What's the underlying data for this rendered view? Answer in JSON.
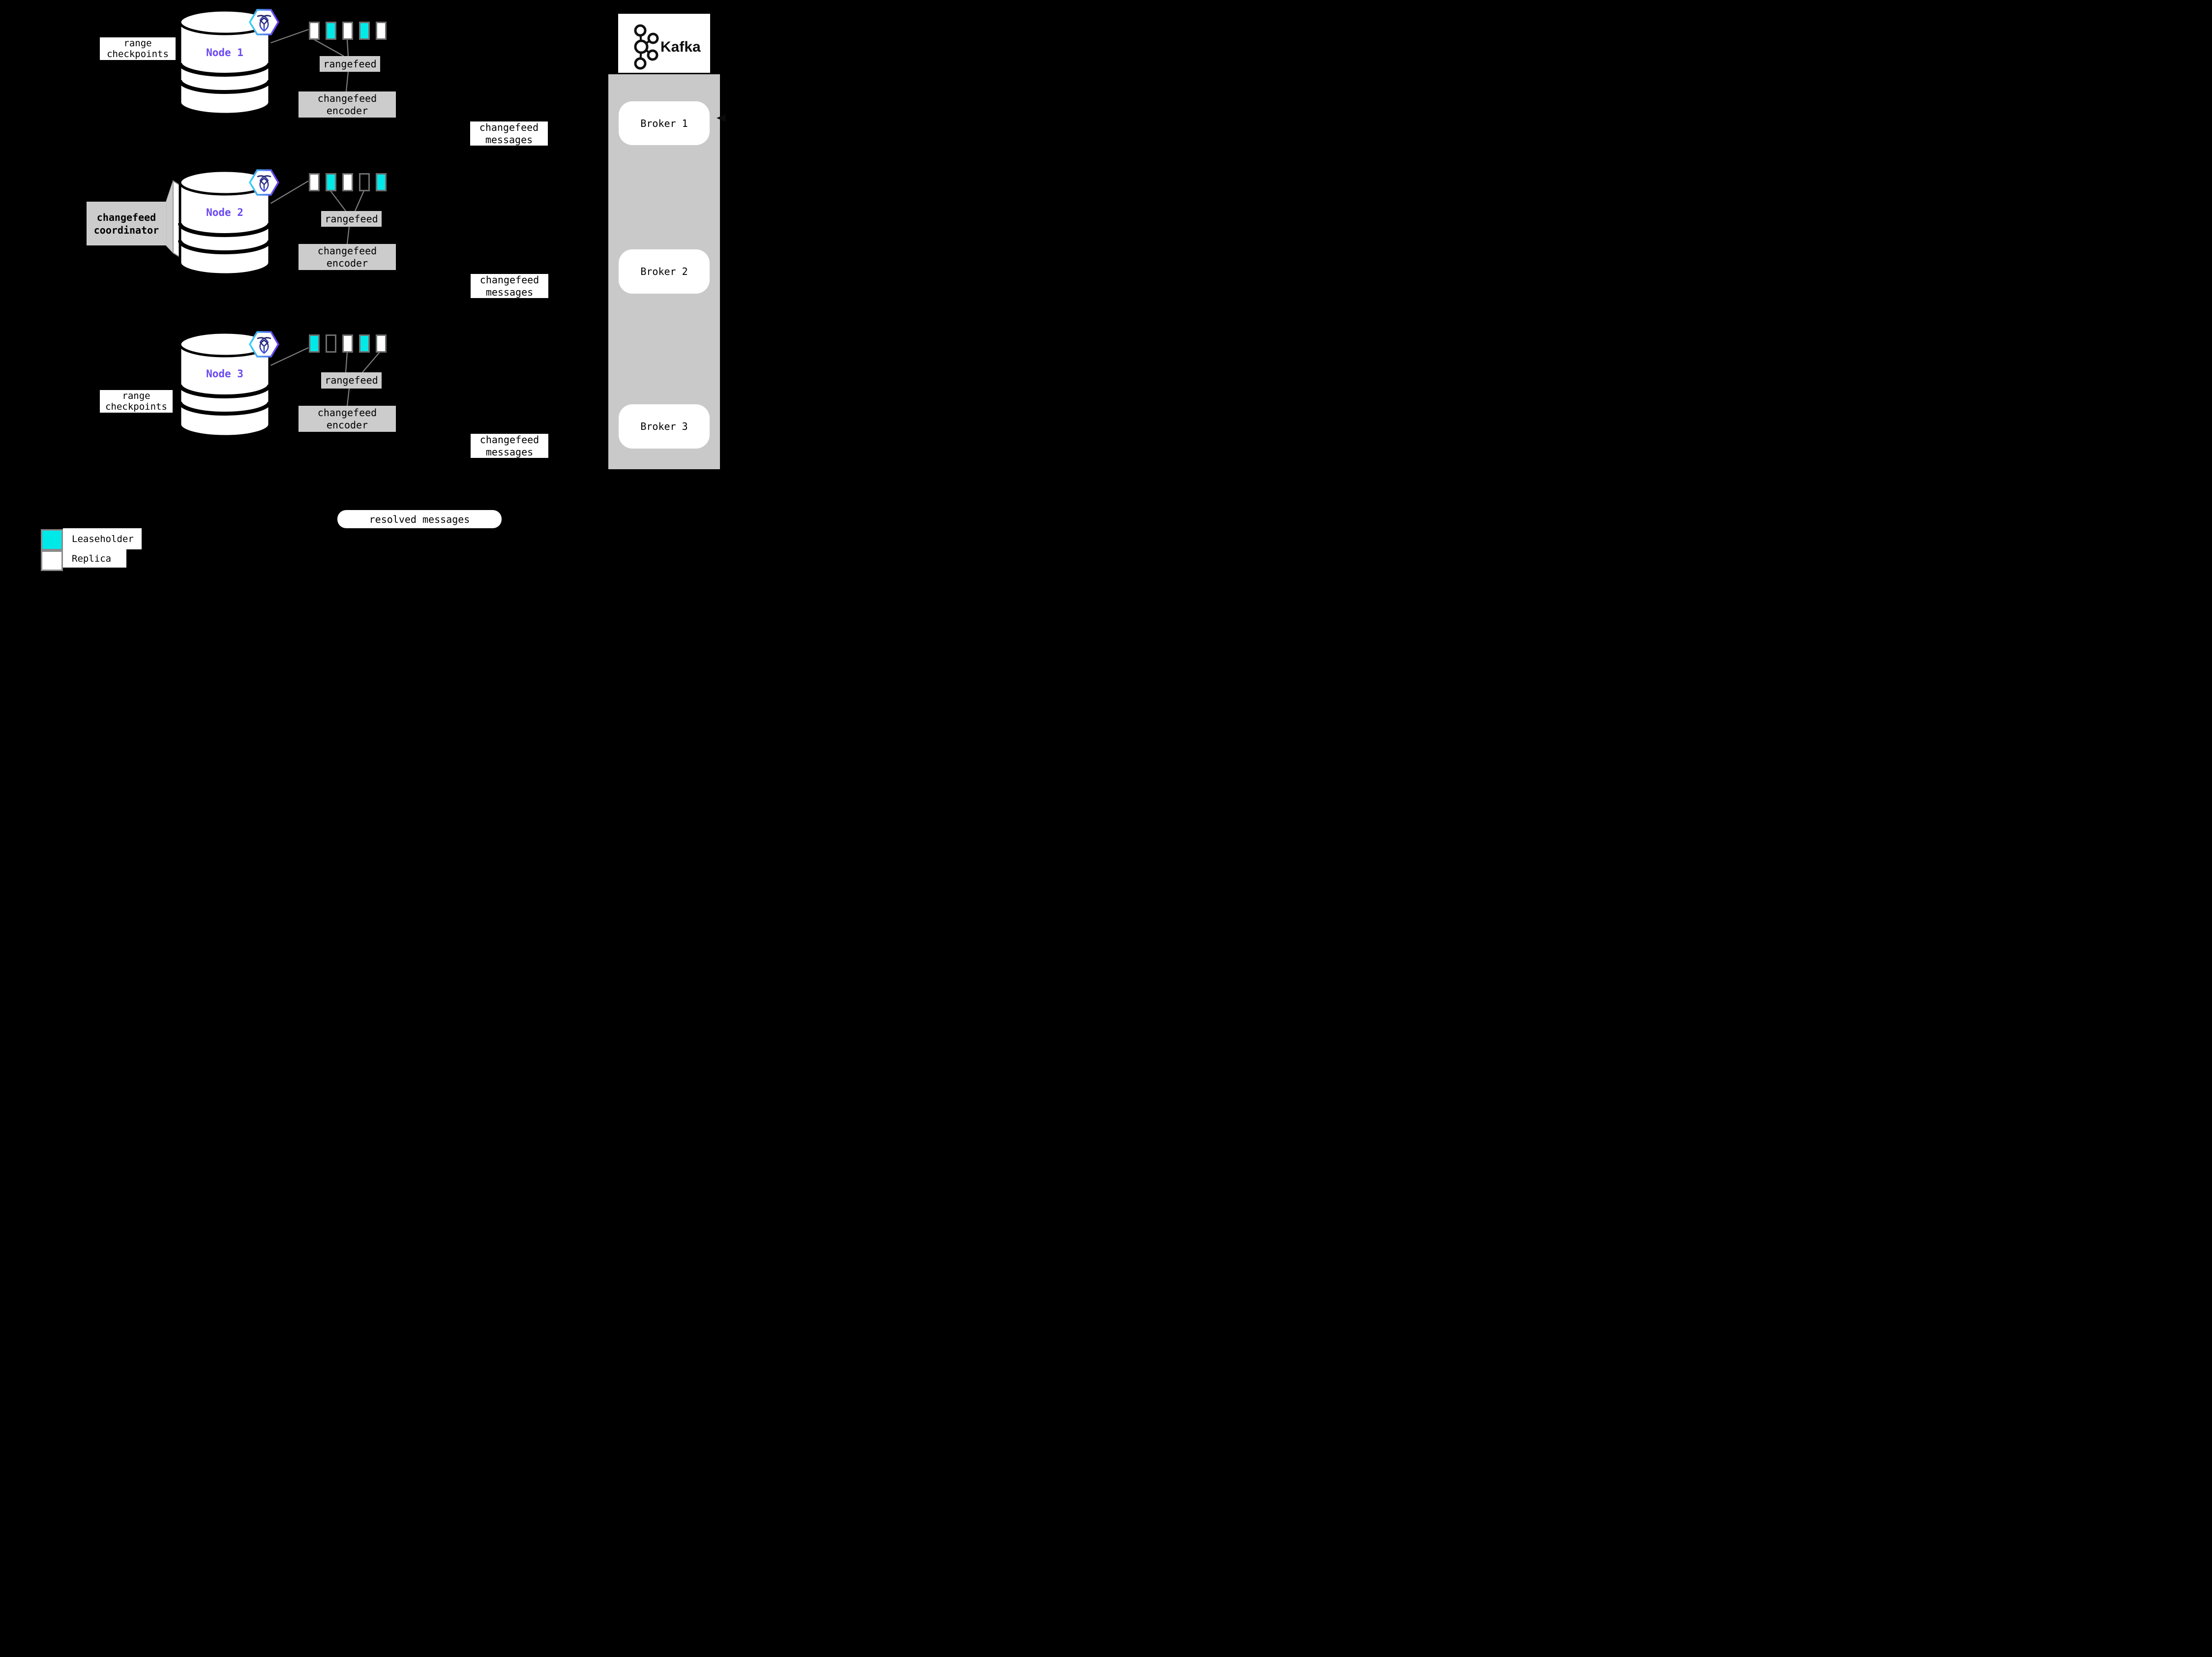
{
  "colors": {
    "background": "#000000",
    "leaseholder": "#00e9e9",
    "replica": "#ffffff",
    "range-border": "#6e6e6e",
    "box-gray": "#cccccc",
    "kafka-container": "#c9c9c9",
    "node-label": "#6b48f2",
    "connector": "#7d7d7d"
  },
  "icons": {
    "node_badge": "cockroachdb-hexagon-icon",
    "kafka_logo": "kafka-nodes-icon",
    "incoming_arrow": "arrowhead-left-icon",
    "database": "database-cylinder-icon"
  },
  "labels": {
    "range_checkpoints": {
      "line1": "range",
      "line2": "checkpoints"
    },
    "coordinator": {
      "line1": "changefeed",
      "line2": "coordinator"
    },
    "rangefeed": "rangefeed",
    "encoder": {
      "line1": "changefeed",
      "line2": "encoder"
    },
    "messages": {
      "line1": "changefeed",
      "line2": "messages"
    },
    "resolved_messages": "resolved messages"
  },
  "nodes": [
    {
      "label": "Node 1",
      "ranges": [
        "replica",
        "leaseholder",
        "replica",
        "leaseholder",
        "replica"
      ]
    },
    {
      "label": "Node 2",
      "ranges": [
        "replica",
        "leaseholder",
        "replica",
        "empty",
        "leaseholder"
      ]
    },
    {
      "label": "Node 3",
      "ranges": [
        "leaseholder",
        "empty",
        "replica",
        "leaseholder",
        "replica"
      ]
    }
  ],
  "kafka": {
    "logo_text": "Kafka",
    "brokers": [
      "Broker 1",
      "Broker 2",
      "Broker 3"
    ]
  },
  "legend": [
    {
      "label": "Leaseholder",
      "type": "leaseholder"
    },
    {
      "label": "Replica",
      "type": "replica"
    }
  ]
}
